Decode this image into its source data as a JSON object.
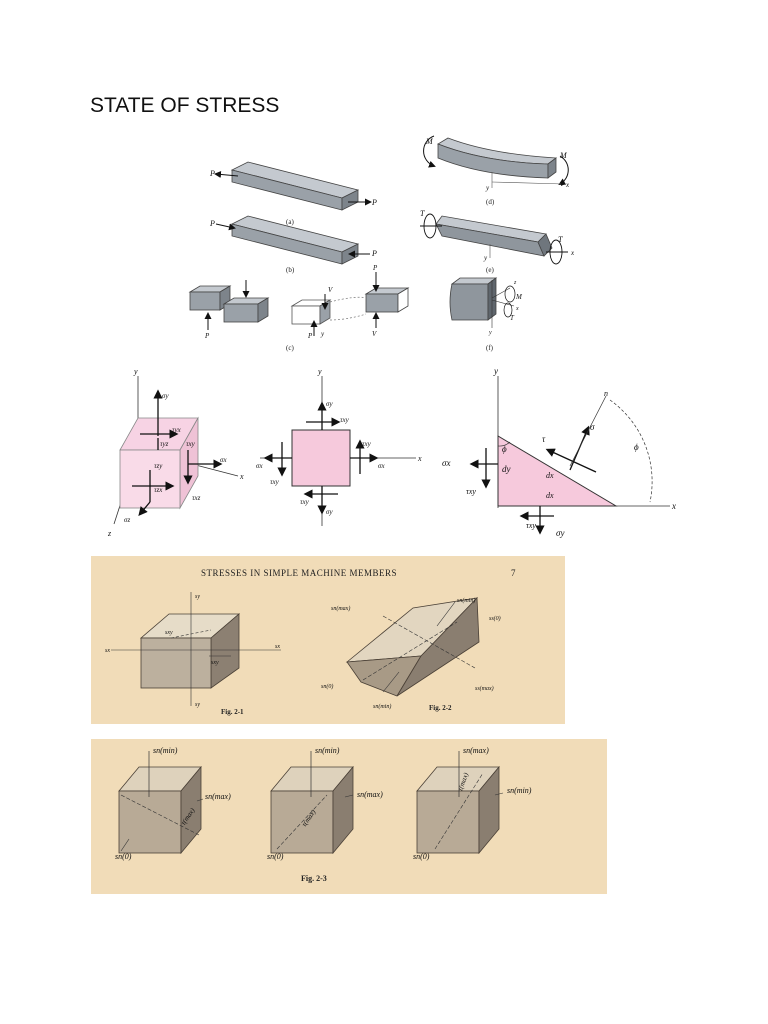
{
  "title": "STATE OF STRESS",
  "load_cases": {
    "captions": [
      "(a)",
      "(b)",
      "(c)",
      "(d)",
      "(e)",
      "(f)"
    ],
    "labels": {
      "P": "P",
      "M": "M",
      "T": "T",
      "V": "V",
      "x": "x",
      "y": "y",
      "z": "z"
    }
  },
  "stress_elements": {
    "cube": {
      "axis_y": "y",
      "axis_x": "x",
      "axis_z": "z",
      "sigma_y": "σy",
      "sigma_x": "σx",
      "sigma_z": "σz",
      "tau_yx": "τyx",
      "tau_yz": "τyz",
      "tau_xy": "τxy",
      "tau_xz": "τxz",
      "tau_zy": "τzy",
      "tau_zx": "τzx"
    },
    "square": {
      "axis_y": "y",
      "axis_x": "x",
      "sigma_y_top": "σy",
      "sigma_y_bottom": "σy",
      "sigma_x_left": "σx",
      "sigma_x_right": "σx",
      "tau_xy_1": "τxy",
      "tau_xy_2": "τxy",
      "tau_xy_3": "τxy",
      "tau_xy_4": "τxy"
    },
    "wedge": {
      "axis_y": "y",
      "axis_x": "x",
      "axis_n": "n",
      "phi_1": "ϕ",
      "phi_2": "ϕ",
      "sigma": "σ",
      "tau": "τ",
      "sigma_x": "σx",
      "sigma_y": "σy",
      "tau_xy_left": "τxy",
      "tau_xy_bottom": "τxy",
      "dy": "dy",
      "dx_1": "dx",
      "dx_2": "dx"
    }
  },
  "scan_1": {
    "header": "STRESSES IN SIMPLE MACHINE MEMBERS",
    "page_number": "7",
    "fig_2_1": {
      "caption": "Fig. 2-1",
      "s_y_top": "sy",
      "s_y_bottom": "sy",
      "s_x_left": "sx",
      "s_x_right": "sx",
      "s_xy_1": "sxy",
      "s_xy_2": "sxy"
    },
    "fig_2_2": {
      "caption": "Fig. 2-2",
      "labels": [
        "sn(max)",
        "sn(min)",
        "ss(0)",
        "sn(0)",
        "ss(max)",
        "sn(min)"
      ]
    }
  },
  "scan_2": {
    "caption": "Fig. 2-3",
    "cube_1": [
      "sn(min)",
      "sn(max)",
      "τ(max)",
      "sn(0)"
    ],
    "cube_2": [
      "sn(min)",
      "sn(max)",
      "τ(max)",
      "sn(0)"
    ],
    "cube_3": [
      "sn(max)",
      "sn(min)",
      "τ(max)",
      "sn(0)"
    ]
  }
}
